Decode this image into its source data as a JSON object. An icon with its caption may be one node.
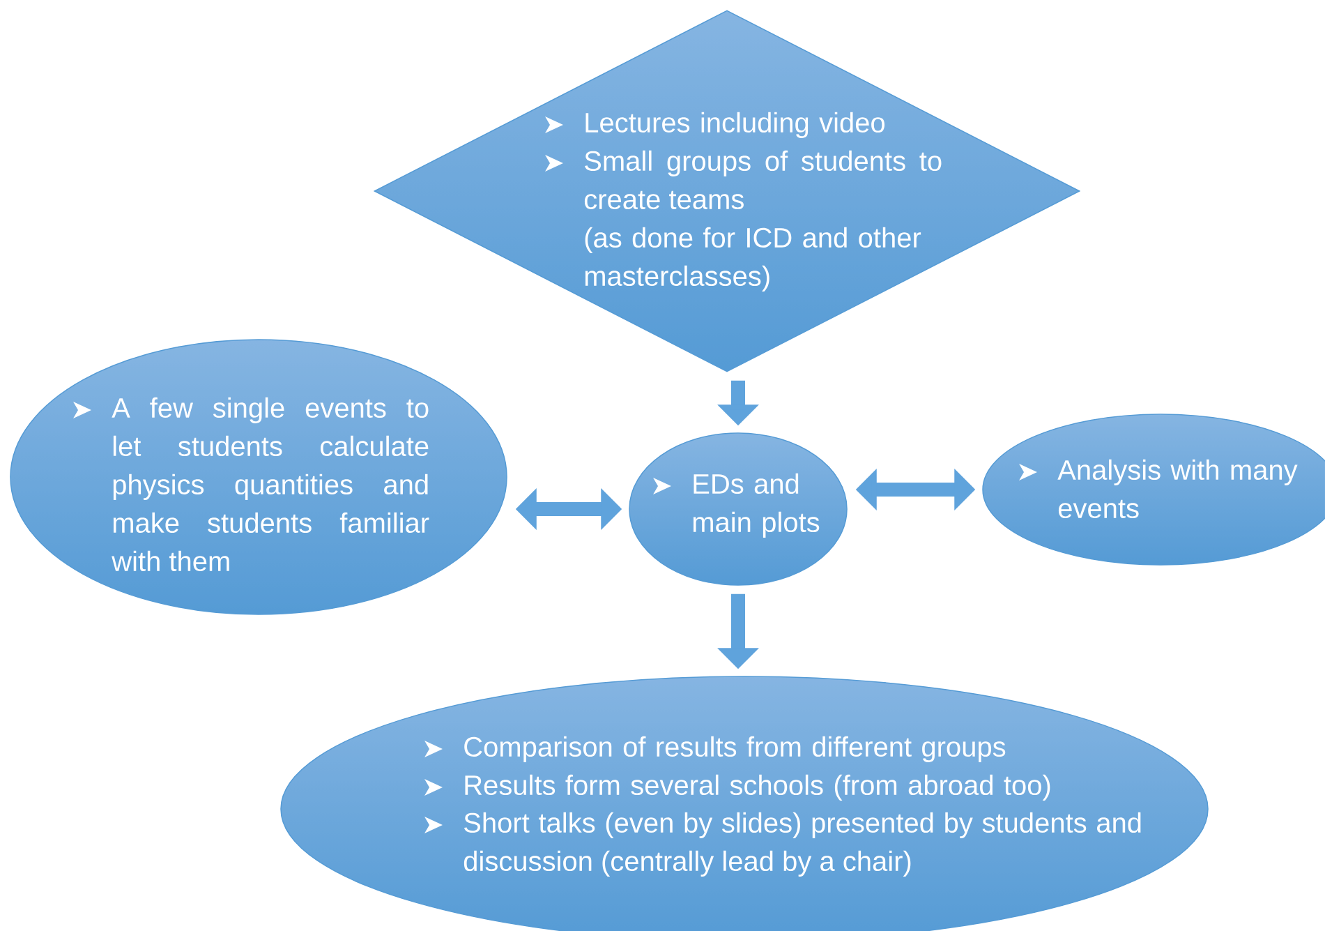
{
  "diagram": {
    "nodes": [
      {
        "text": [
          "Lectures including video",
          "Small groups of students to create teams",
          "(as done for ICD and other masterclasses)"
        ]
      },
      {
        "text": [
          "A few single events to let students calculate physics quantities and make students familiar with them"
        ]
      },
      {
        "text": [
          "EDs and main plots"
        ]
      },
      {
        "text": [
          "Analysis with many events"
        ]
      },
      {
        "text": [
          "Comparison of results from different groups",
          "Results form several schools (from abroad too)",
          "Short talks (even by slides) presented by students and discussion (centrally lead by a chair)"
        ]
      }
    ],
    "edges": [
      {
        "from": 0,
        "to": 2,
        "arrow": "to"
      },
      {
        "from": 1,
        "to": 2,
        "arrow": "both"
      },
      {
        "from": 2,
        "to": 3,
        "arrow": "both"
      },
      {
        "from": 2,
        "to": 4,
        "arrow": "to"
      }
    ]
  }
}
